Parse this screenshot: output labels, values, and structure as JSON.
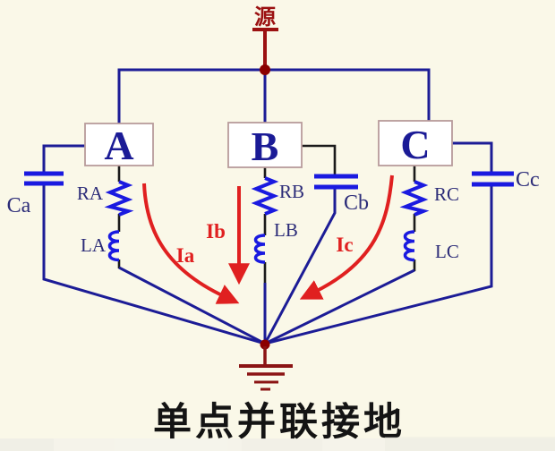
{
  "diagram": {
    "title": "单点并联接地",
    "source_label": "源",
    "modules": [
      {
        "label": "A",
        "resistor": "RA",
        "inductor": "LA",
        "capacitor": "Ca",
        "current": "Ia"
      },
      {
        "label": "B",
        "resistor": "RB",
        "inductor": "LB",
        "capacitor": "Cb",
        "current": "Ib"
      },
      {
        "label": "C",
        "resistor": "RC",
        "inductor": "LC",
        "capacitor": "Cc",
        "current": "Ic"
      }
    ],
    "colors": {
      "background": "#faf8e8",
      "wire_blue": "#1c1c96",
      "component_blue": "#1a1ae0",
      "wire_black": "#1a1a1a",
      "source_red": "#9b1111",
      "ground_red": "#8b1414",
      "current_arrow_red": "#e02020",
      "label_blue": "#2b2b78",
      "module_letter_blue": "#1b1b96",
      "box_border": "#b89b9b",
      "title_black": "#141414"
    }
  }
}
